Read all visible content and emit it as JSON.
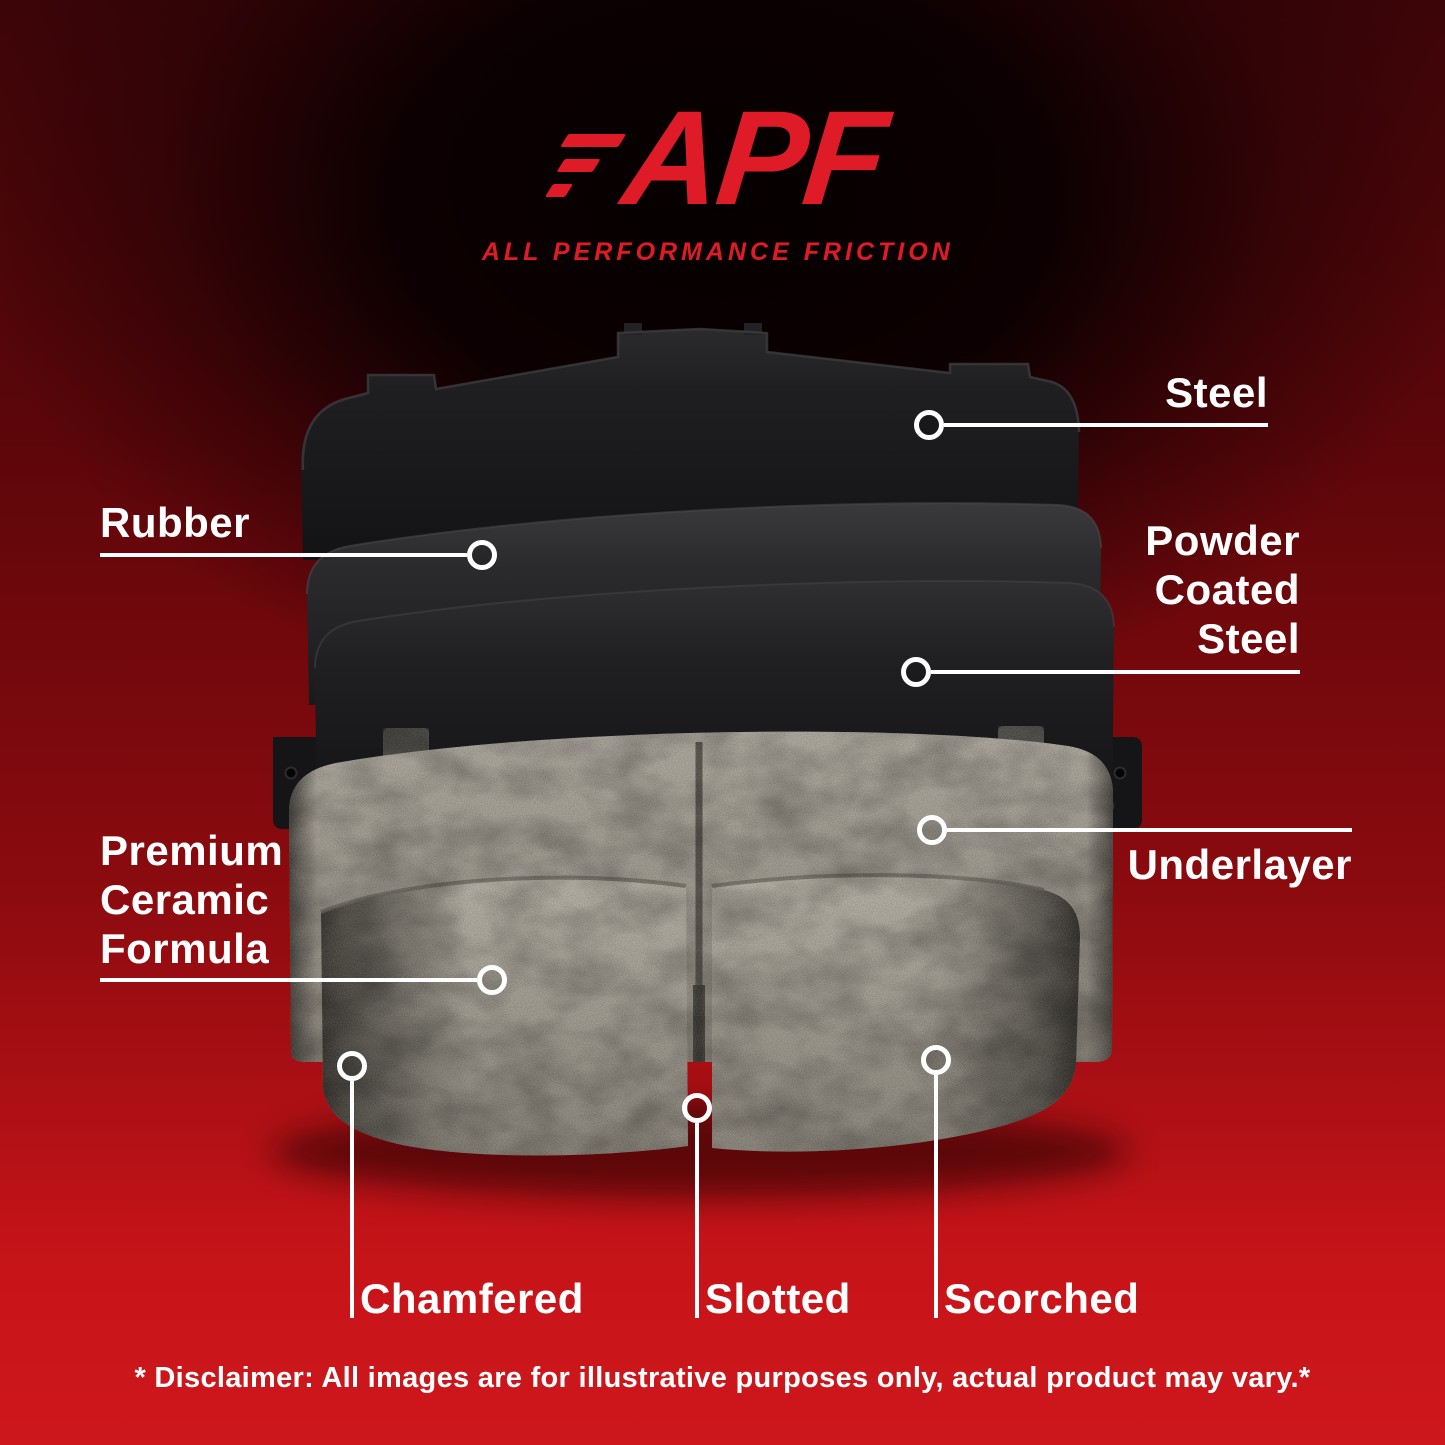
{
  "logo": {
    "brand": "APF",
    "tagline": "ALL PERFORMANCE FRICTION"
  },
  "callouts": {
    "steel": {
      "label": "Steel"
    },
    "rubber": {
      "label": "Rubber"
    },
    "powder_coated_steel": {
      "line1": "Powder",
      "line2": "Coated",
      "line3": "Steel"
    },
    "underlayer": {
      "label": "Underlayer"
    },
    "premium_ceramic": {
      "line1": "Premium",
      "line2": "Ceramic",
      "line3": "Formula"
    },
    "chamfered": {
      "label": "Chamfered"
    },
    "slotted": {
      "label": "Slotted"
    },
    "scorched": {
      "label": "Scorched"
    }
  },
  "disclaimer": "* Disclaimer: All images are for illustrative purposes only, actual product may vary.*",
  "colors": {
    "accent_red": "#e01b28",
    "label_white": "#ffffff",
    "background_top": "#050000",
    "background_bottom": "#c81419"
  }
}
